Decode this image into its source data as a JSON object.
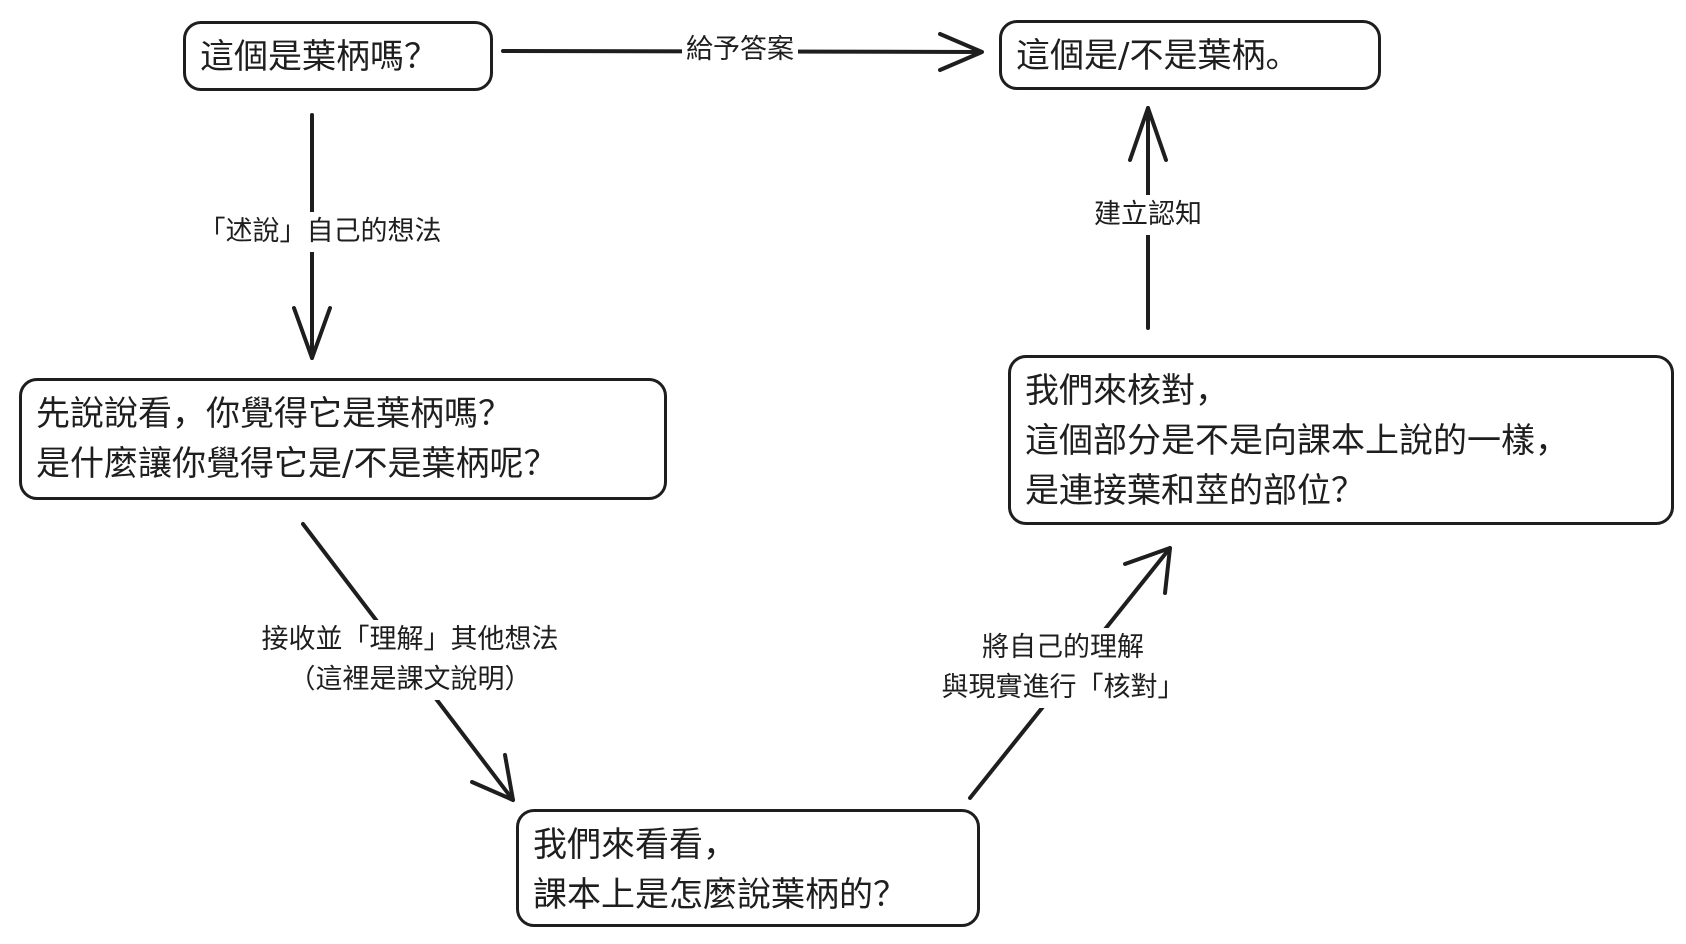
{
  "nodes": {
    "question": {
      "lines": [
        "這個是葉柄嗎？"
      ]
    },
    "answer": {
      "lines": [
        "這個是/不是葉柄。"
      ]
    },
    "share": {
      "lines": [
        "先說說看，你覺得它是葉柄嗎？",
        "是什麼讓你覺得它是/不是葉柄呢？"
      ]
    },
    "textbook": {
      "lines": [
        "我們來看看，",
        "課本上是怎麼說葉柄的？"
      ]
    },
    "verify": {
      "lines": [
        "我們來核對，",
        "這個部分是不是向課本上說的一樣，",
        "是連接葉和莖的部位？"
      ]
    }
  },
  "edges": {
    "question_to_answer": {
      "lines": [
        "給予答案"
      ]
    },
    "question_to_share": {
      "lines": [
        "「述說」自己的想法"
      ]
    },
    "share_to_textbook": {
      "lines": [
        "接收並「理解」其他想法",
        "（這裡是課文說明）"
      ]
    },
    "textbook_to_verify": {
      "lines": [
        "將自己的理解",
        "與現實進行「核對」"
      ]
    },
    "verify_to_answer": {
      "lines": [
        "建立認知"
      ]
    }
  }
}
